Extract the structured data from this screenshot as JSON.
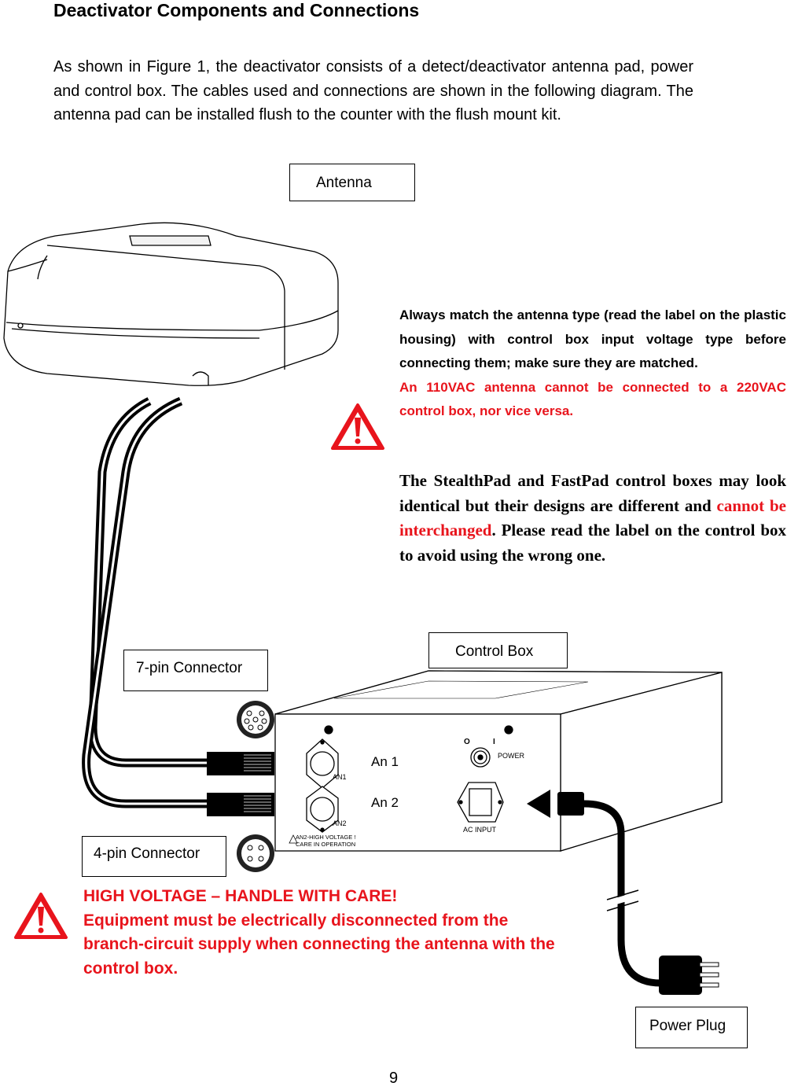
{
  "title": "Deactivator Components and Connections",
  "intro": "As shown in Figure 1, the deactivator consists of a detect/deactivator antenna pad, power and control box. The cables used and connections are shown in the following diagram. The antenna pad can be installed flush to the counter with the flush mount kit.",
  "labels": {
    "antenna": "Antenna",
    "control_box": "Control Box",
    "seven_pin": "7-pin Connector",
    "four_pin": "4-pin Connector",
    "power_plug": "Power Plug"
  },
  "warning_match": {
    "text": "Always match the antenna type (read the label on the plastic housing) with control box input voltage type before connecting them; make sure they are matched.",
    "red_text": "An 110VAC antenna cannot be connected to a 220VAC control box, nor vice versa."
  },
  "warning_stealth": {
    "part1": "The StealthPad and FastPad control boxes may look identical but their designs are different and ",
    "red": "cannot be interchanged",
    "part2": ". Please read the label on the control box to avoid using the wrong one."
  },
  "high_voltage": {
    "heading": "HIGH VOLTAGE – HANDLE WITH CARE!",
    "body": "Equipment must be electrically disconnected from the branch-circuit supply when connecting the antenna with the control box."
  },
  "panel": {
    "an1_big": "An 1",
    "an2_big": "An 2",
    "an1": "AN1",
    "an2": "AN2",
    "power": "POWER",
    "switch_off": "O",
    "switch_on": "I",
    "ac_input": "AC INPUT",
    "hv_line1": "AN2-HIGH VOLTAGE !",
    "hv_line2": "CARE IN OPERATION"
  },
  "colors": {
    "warning_red": "#e8141c"
  },
  "page_number": "9"
}
